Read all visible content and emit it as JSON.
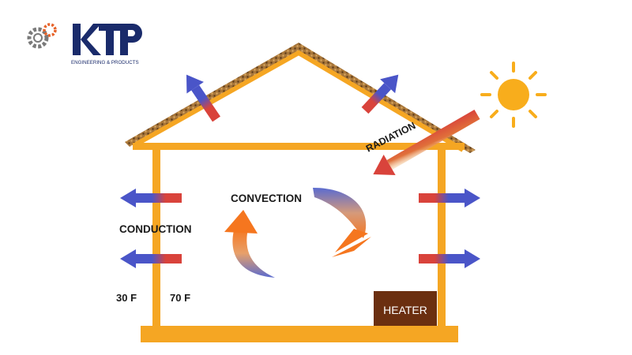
{
  "logo": {
    "name": "KTP",
    "tagline": "ENGINEERING & PRODUCTS"
  },
  "labels": {
    "radiation": "RADIATION",
    "convection": "CONVECTION",
    "conduction": "CONDUCTION",
    "outside_temp": "30 F",
    "inside_temp": "70 F",
    "heater": "HEATER"
  },
  "colors": {
    "wall": "#f5a623",
    "roof": "#b8823e",
    "heat": "#d9433b",
    "cold": "#4a55c8",
    "sun": "#f8ad1c",
    "heater": "#6b2f10",
    "convection_warm": "#f5761f",
    "convection_cool": "#5a6bd0",
    "logo_blue": "#1a2b6b"
  },
  "icons": {
    "gear": "gear-icon",
    "sun": "sun-icon"
  }
}
